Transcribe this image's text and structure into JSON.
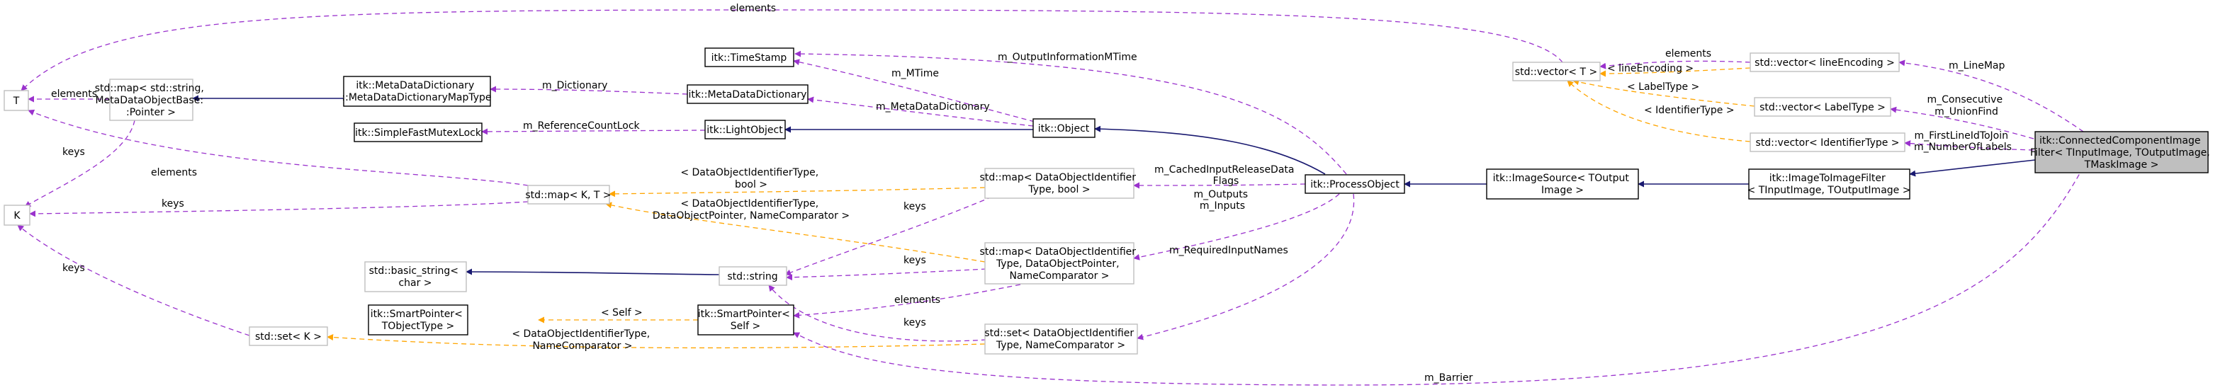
{
  "nodes": {
    "T": "T",
    "K": "K",
    "std_map_string_mdob": [
      "std::map< std::string,",
      "MetaDataObjectBase:",
      ":Pointer >"
    ],
    "mdd_maptype": [
      "itk::MetaDataDictionary",
      "::MetaDataDictionaryMapType"
    ],
    "simple_mutex": "itk::SimpleFastMutexLock",
    "timestamp": "itk::TimeStamp",
    "mdd": "itk::MetaDataDictionary",
    "lightobject": "itk::LightObject",
    "object": "itk::Object",
    "std_map_kt": "std::map< K, T >",
    "basic_string": [
      "std::basic_string<",
      "char >"
    ],
    "std_string": "std::string",
    "smartptr_tobj": [
      "itk::SmartPointer<",
      "TObjectType >"
    ],
    "smartptr_self": [
      "itk::SmartPointer<",
      "Self >"
    ],
    "std_set_k": "std::set< K >",
    "map_doid_bool": [
      "std::map< DataObjectIdentifier",
      "Type, bool >"
    ],
    "map_doid_ptr": [
      "std::map< DataObjectIdentifier",
      "Type, DataObjectPointer,",
      "NameComparator >"
    ],
    "set_doid": [
      "std::set< DataObjectIdentifier",
      "Type, NameComparator >"
    ],
    "processobject": "itk::ProcessObject",
    "imagesource": [
      "itk::ImageSource< TOutput",
      "Image >"
    ],
    "imagetoimage": [
      "itk::ImageToImageFilter",
      "< TInputImage, TOutputImage >"
    ],
    "ccif": [
      "itk::ConnectedComponentImage",
      "Filter< TInputImage, TOutputImage,",
      "TMaskImage >"
    ],
    "vector_t": "std::vector< T >",
    "vector_lineenc": "std::vector< lineEncoding >",
    "vector_labeltype": "std::vector< LabelType >",
    "vector_idtype": "std::vector< IdentifierType >"
  },
  "edge_labels": {
    "elements_top": "elements",
    "elements_map": "elements",
    "keys_map": "keys",
    "elements_kt": "elements",
    "keys_kt": "keys",
    "keys_set": "keys",
    "m_dictionary": "m_Dictionary",
    "m_mtime": "m_MTime",
    "m_metadatadictionary": "m_MetaDataDictionary",
    "m_refcountlock": "m_ReferenceCountLock",
    "m_outputinfomtime": "m_OutputInformationMTime",
    "doid_bool": [
      "< DataObjectIdentifierType,",
      "bool >"
    ],
    "doid_ptr": [
      "< DataObjectIdentifierType,",
      "DataObjectPointer, NameComparator >"
    ],
    "doid_namecomp": [
      "< DataObjectIdentifierType,",
      "NameComparator >"
    ],
    "self": "< Self >",
    "keys_doid_bool": "keys",
    "keys_doid_ptr": "keys",
    "elements_doid_ptr": "elements",
    "keys_set_doid": "keys",
    "m_cachedinput": [
      "m_CachedInputReleaseData",
      "Flags"
    ],
    "m_outputs_inputs": [
      "m_Outputs",
      "m_Inputs"
    ],
    "m_requiredinputnames": "m_RequiredInputNames",
    "elements_vec": "elements",
    "lineencoding": "< lineEncoding >",
    "labeltype": "< LabelType >",
    "identifiertype": "< IdentifierType >",
    "m_linemap": "m_LineMap",
    "m_consecutive": [
      "m_Consecutive",
      "m_UnionFind"
    ],
    "m_firstlineid": [
      "m_FirstLineIdToJoin",
      "m_NumberOfLabels"
    ],
    "m_barrier": "m_Barrier"
  },
  "colors": {
    "inheritance": "#191970",
    "member": "#9a32cd",
    "template": "#ffa500",
    "focus_fill": "#bfbfbf",
    "grey_border": "#bfbfbf"
  }
}
